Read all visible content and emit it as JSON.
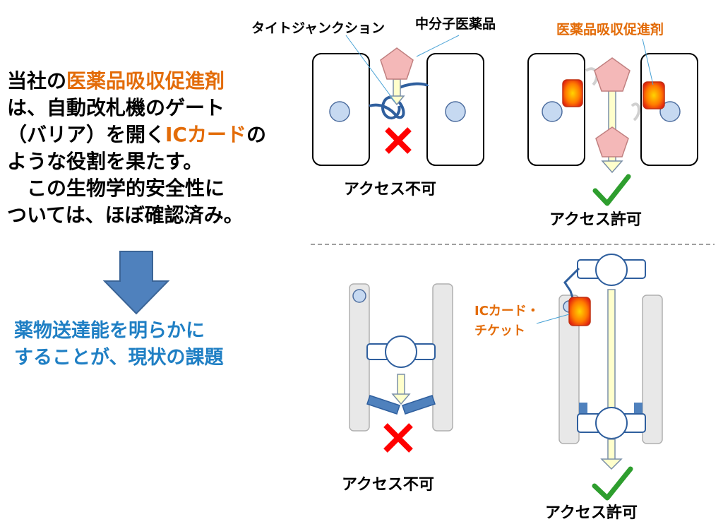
{
  "left_text": {
    "line1_pre": "当社の",
    "line1_hl": "医薬品吸収促進剤",
    "line2": "は、自動改札機のゲート",
    "line3_pre": "（バリア）を開く",
    "line3_hl": "ICカード",
    "line3_post": "の",
    "line4": "ような役割を果たす。",
    "line5": "　この生物学的安全性に",
    "line6": "ついては、ほぼ確認済み。"
  },
  "challenge": {
    "line1": "薬物送達能を明らかに",
    "line2": "することが、現状の課題"
  },
  "labels": {
    "tight_junction": "タイトジャンクション",
    "medium_molecule": "中分子医薬品",
    "enhancer": "医薬品吸収促進剤",
    "denied_top": "アクセス不可",
    "allowed_top": "アクセス許可",
    "ic_card_line1": "ICカード・",
    "ic_card_line2": "チケット",
    "denied_bottom": "アクセス不可",
    "allowed_bottom": "アクセス許可"
  },
  "colors": {
    "orange": "#e36c09",
    "blue_text": "#1f7fc4",
    "arrow_blue": "#4f81bd",
    "red_x": "#ff0000",
    "green_check": "#2e9e2e",
    "pentagon": "#f4b8b8",
    "junction_blue": "#2f5f9e",
    "cell_circle": "#c6d9f1",
    "gate_grey": "#e8e8e8",
    "payload_yellow": "#ffffcc",
    "card_red": "#e8352a"
  },
  "icons": [
    "down-arrow-icon",
    "cross-icon",
    "check-icon",
    "pentagon-icon",
    "ic-card-icon",
    "circle-icon"
  ]
}
